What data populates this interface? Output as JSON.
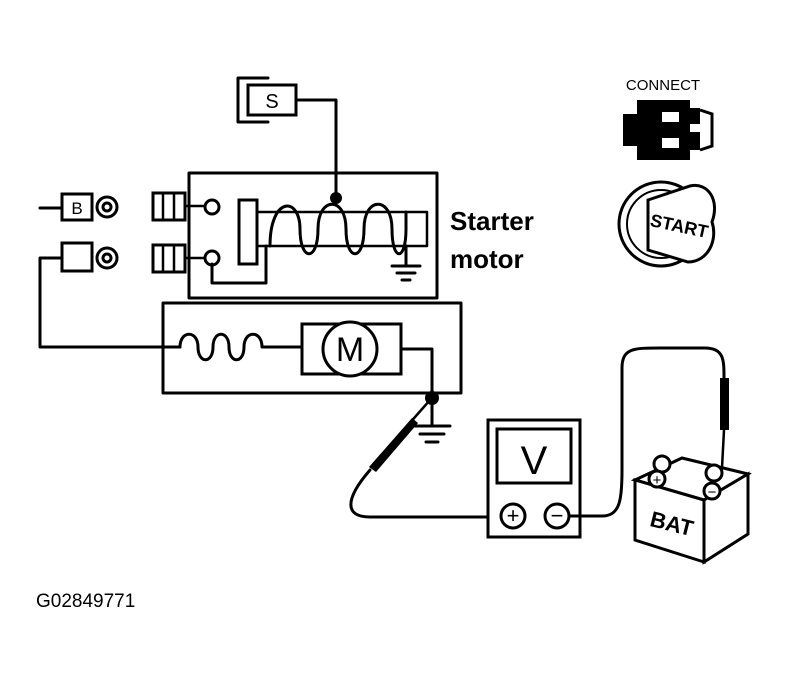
{
  "figure": {
    "caption_id": "G02849771",
    "component_label_line1": "Starter",
    "component_label_line2": "motor"
  },
  "terminals": {
    "s": "S",
    "b": "B"
  },
  "meter": {
    "symbol": "V",
    "positive": "+",
    "negative": "−"
  },
  "battery": {
    "label": "BAT",
    "positive": "+",
    "negative": "−"
  },
  "motor": {
    "symbol": "M"
  },
  "ignition": {
    "connect_label": "CONNECT",
    "start_label": "START"
  }
}
